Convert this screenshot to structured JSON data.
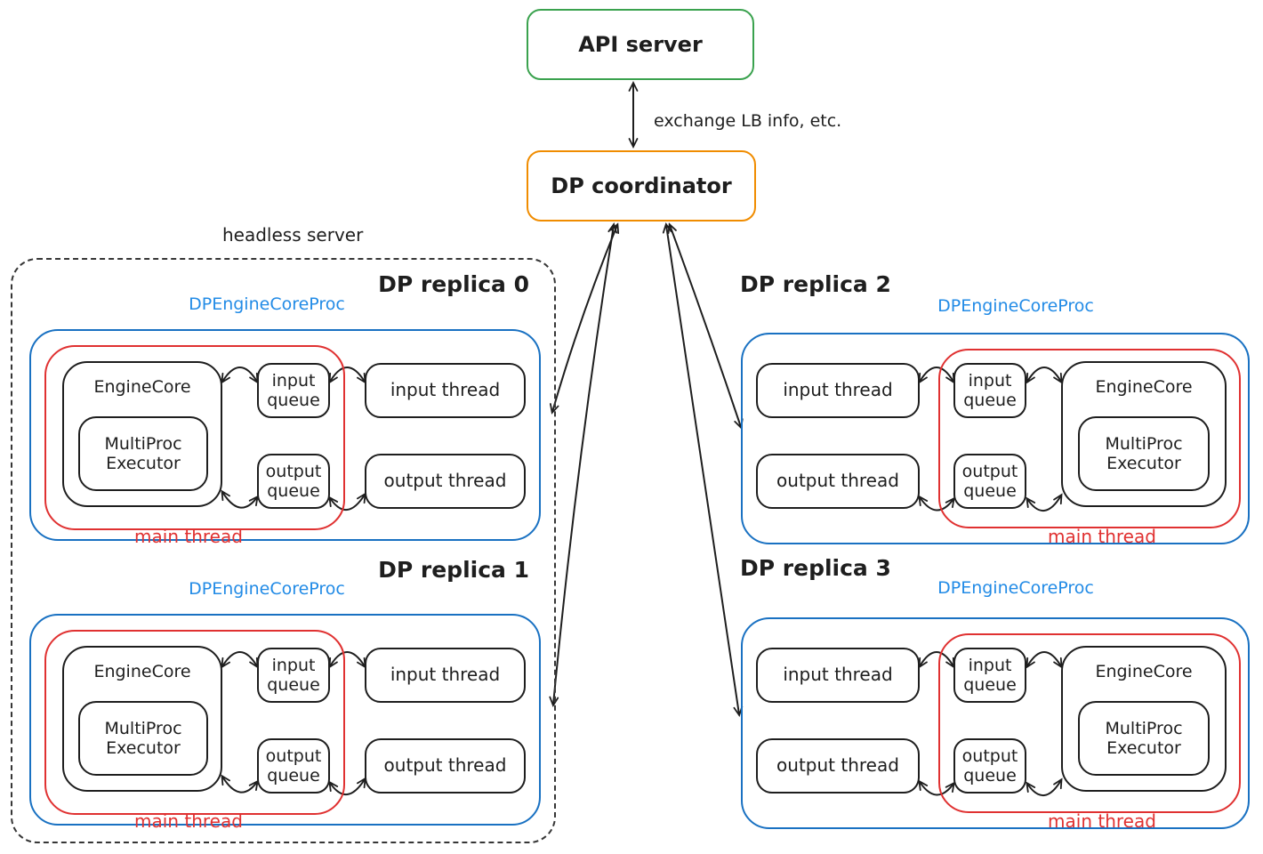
{
  "api_server": {
    "label": "API server"
  },
  "dp_coordinator": {
    "label": "DP coordinator"
  },
  "coordinator_link_label": "exchange LB info, etc.",
  "headless_server": {
    "label": "headless server"
  },
  "replicas": [
    {
      "title": "DP replica 0",
      "proc_label": "DPEngineCoreProc",
      "main_thread_label": "main thread",
      "engine_core": "EngineCore",
      "executor": "MultiProc Executor",
      "input_queue": "input queue",
      "output_queue": "output queue",
      "input_thread": "input thread",
      "output_thread": "output thread"
    },
    {
      "title": "DP replica 1",
      "proc_label": "DPEngineCoreProc",
      "main_thread_label": "main thread",
      "engine_core": "EngineCore",
      "executor": "MultiProc Executor",
      "input_queue": "input queue",
      "output_queue": "output queue",
      "input_thread": "input thread",
      "output_thread": "output thread"
    },
    {
      "title": "DP replica 2",
      "proc_label": "DPEngineCoreProc",
      "main_thread_label": "main thread",
      "engine_core": "EngineCore",
      "executor": "MultiProc Executor",
      "input_queue": "input queue",
      "output_queue": "output queue",
      "input_thread": "input thread",
      "output_thread": "output thread"
    },
    {
      "title": "DP replica 3",
      "proc_label": "DPEngineCoreProc",
      "main_thread_label": "main thread",
      "engine_core": "EngineCore",
      "executor": "MultiProc Executor",
      "input_queue": "input queue",
      "output_queue": "output queue",
      "input_thread": "input thread",
      "output_thread": "output thread"
    }
  ],
  "colors": {
    "green_border": "#3aa24e",
    "orange_border": "#f08c00",
    "blue_border": "#1971c2",
    "blue_text": "#228be6",
    "red": "#e03131",
    "ink": "#1e1e1e",
    "background": "#ffffff"
  }
}
